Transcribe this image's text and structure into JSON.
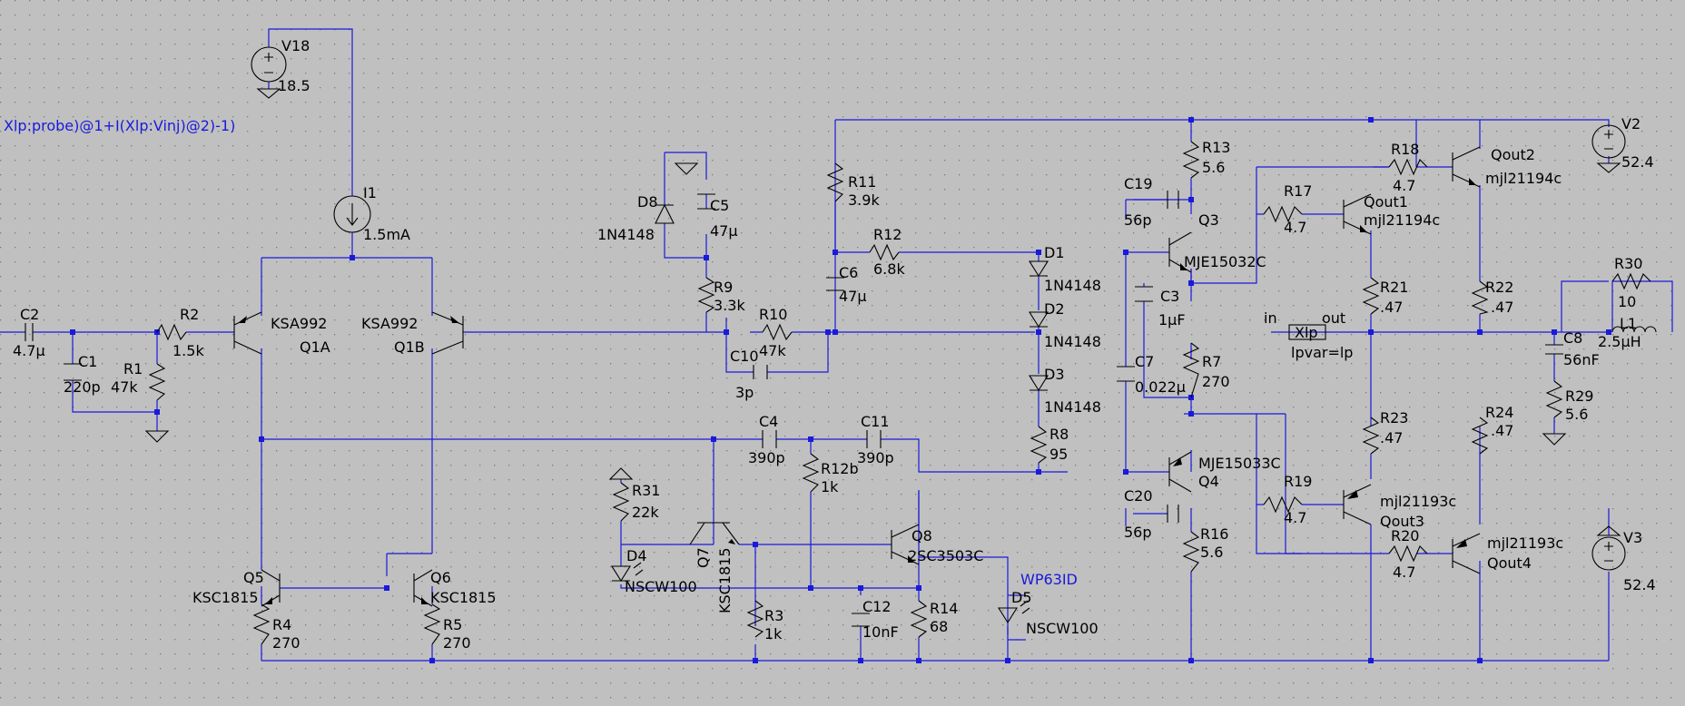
{
  "directive": "Xlp:probe)@1+I(Xlp:Vinj)@2)-1)",
  "components": {
    "V18": {
      "name": "V18",
      "value": "18.5"
    },
    "V2": {
      "name": "V2",
      "value": "52.4"
    },
    "V3": {
      "name": "V3",
      "value": "52.4"
    },
    "I1": {
      "name": "I1",
      "value": "1.5mA"
    },
    "C2": {
      "name": "C2",
      "value": "4.7µ"
    },
    "C1": {
      "name": "C1",
      "value": "220p"
    },
    "R1": {
      "name": "R1",
      "value": "47k"
    },
    "R2": {
      "name": "R2",
      "value": "1.5k"
    },
    "Q1A": {
      "name": "Q1A",
      "value": "KSA992"
    },
    "Q1B": {
      "name": "Q1B",
      "value": "KSA992"
    },
    "Q5": {
      "name": "Q5",
      "value": "KSC1815"
    },
    "Q6": {
      "name": "Q6",
      "value": "KSC1815"
    },
    "R4": {
      "name": "R4",
      "value": "270"
    },
    "R5": {
      "name": "R5",
      "value": "270"
    },
    "D8": {
      "name": "D8",
      "value": "1N4148"
    },
    "C5": {
      "name": "C5",
      "value": "47µ"
    },
    "R9": {
      "name": "R9",
      "value": "3.3k"
    },
    "R10": {
      "name": "R10",
      "value": "47k"
    },
    "C10": {
      "name": "C10",
      "value": "3p"
    },
    "R11": {
      "name": "R11",
      "value": "3.9k"
    },
    "R12": {
      "name": "R12",
      "value": "6.8k"
    },
    "C6": {
      "name": "C6",
      "value": "47µ"
    },
    "C4": {
      "name": "C4",
      "value": "390p"
    },
    "C11": {
      "name": "C11",
      "value": "390p"
    },
    "R12b": {
      "name": "R12b",
      "value": "1k"
    },
    "R31": {
      "name": "R31",
      "value": "22k"
    },
    "D4": {
      "name": "D4",
      "value": "NSCW100"
    },
    "Q7": {
      "name": "Q7",
      "value": "KSC1815"
    },
    "R3": {
      "name": "R3",
      "value": "1k"
    },
    "Q8": {
      "name": "Q8",
      "value": "2SC3503C"
    },
    "C12": {
      "name": "C12",
      "value": "10nF"
    },
    "R14": {
      "name": "R14",
      "value": "68"
    },
    "D5": {
      "name": "D5",
      "value": "NSCW100",
      "extra": "WP63ID"
    },
    "D1": {
      "name": "D1",
      "value": "1N4148"
    },
    "D2": {
      "name": "D2",
      "value": "1N4148"
    },
    "D3": {
      "name": "D3",
      "value": "1N4148"
    },
    "R8": {
      "name": "R8",
      "value": "95"
    },
    "C7": {
      "name": "C7",
      "value": "0.022µ"
    },
    "C19": {
      "name": "C19",
      "value": "56p"
    },
    "C20": {
      "name": "C20",
      "value": "56p"
    },
    "R13": {
      "name": "R13",
      "value": "5.6"
    },
    "Q3": {
      "name": "Q3",
      "value": "MJE15032C"
    },
    "C3": {
      "name": "C3",
      "value": "1µF"
    },
    "R7": {
      "name": "R7",
      "value": "270"
    },
    "Q4": {
      "name": "Q4",
      "value": "MJE15033C"
    },
    "R16": {
      "name": "R16",
      "value": "5.6"
    },
    "R17": {
      "name": "R17",
      "value": "4.7"
    },
    "Qout1": {
      "name": "Qout1",
      "value": "mjl21194c"
    },
    "R18": {
      "name": "R18",
      "value": "4.7"
    },
    "Qout2": {
      "name": "Qout2",
      "value": "mjl21194c"
    },
    "R21": {
      "name": "R21",
      "value": ".47"
    },
    "R22": {
      "name": "R22",
      "value": ".47"
    },
    "R23": {
      "name": "R23",
      "value": ".47"
    },
    "R24": {
      "name": "R24",
      "value": ".47"
    },
    "R19": {
      "name": "R19",
      "value": "4.7"
    },
    "Qout3": {
      "name": "Qout3",
      "value": "mjl21193c"
    },
    "R20": {
      "name": "R20",
      "value": "4.7"
    },
    "Qout4": {
      "name": "Qout4",
      "value": "mjl21193c"
    },
    "Xlp": {
      "name": "Xlp",
      "value": "lpvar=lp",
      "pin_in": "in",
      "pin_out": "out"
    },
    "C8": {
      "name": "C8",
      "value": "56nF"
    },
    "R29": {
      "name": "R29",
      "value": "5.6"
    },
    "R30": {
      "name": "R30",
      "value": "10"
    },
    "L1": {
      "name": "L1",
      "value": "2.5µH"
    }
  }
}
